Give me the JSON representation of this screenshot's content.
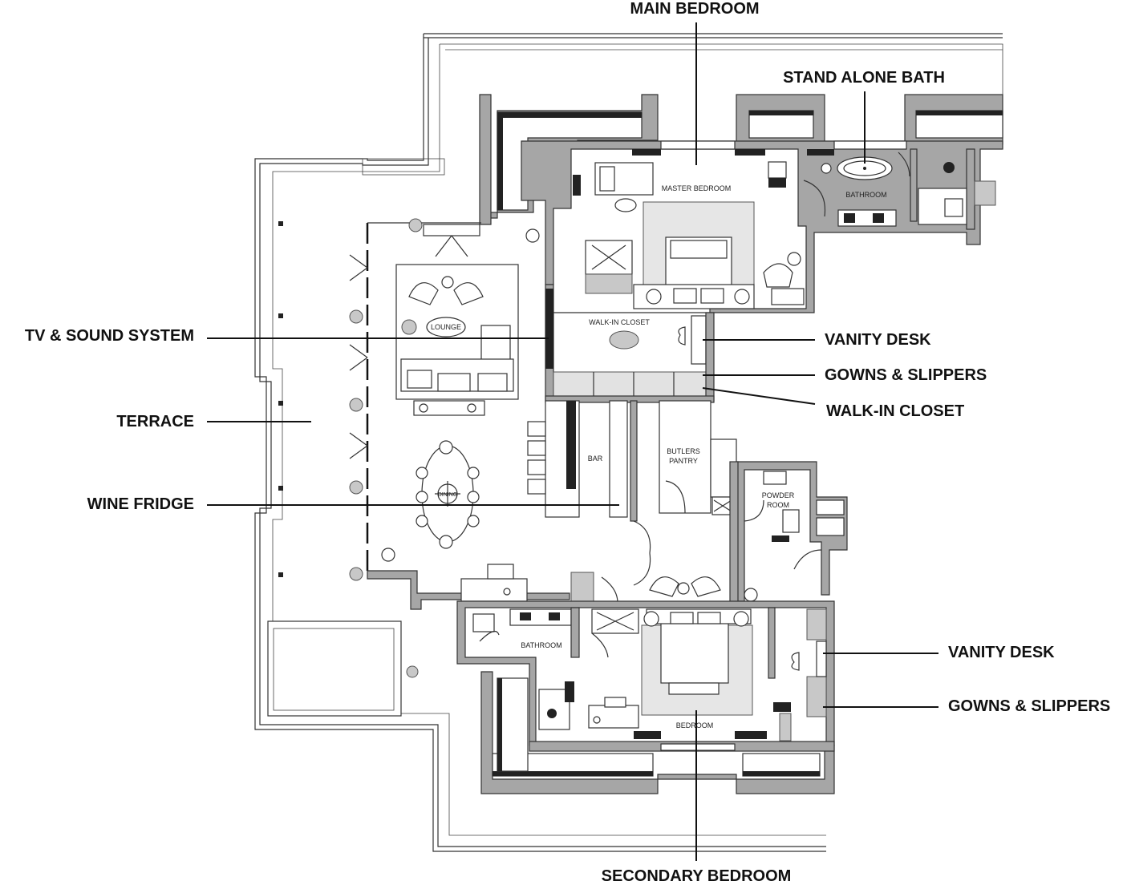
{
  "callouts": {
    "main_bedroom": "MAIN BEDROOM",
    "stand_alone_bath": "STAND ALONE BATH",
    "tv_sound": "TV & SOUND SYSTEM",
    "terrace": "TERRACE",
    "wine_fridge": "WINE FRIDGE",
    "vanity_desk_1": "VANITY DESK",
    "gowns_slippers_1": "GOWNS & SLIPPERS",
    "walk_in_closet": "WALK-IN CLOSET",
    "vanity_desk_2": "VANITY DESK",
    "gowns_slippers_2": "GOWNS & SLIPPERS",
    "secondary_bedroom": "SECONDARY BEDROOM"
  },
  "rooms": {
    "master_bedroom": "MASTER BEDROOM",
    "bathroom_top": "BATHROOM",
    "lounge": "LOUNGE",
    "walk_in_closet": "WALK-IN CLOSET",
    "bar": "BAR",
    "butlers": "BUTLERS",
    "pantry": "PANTRY",
    "dining": "DINING",
    "powder": "POWDER",
    "powder_room": "ROOM",
    "bathroom_bottom": "BATHROOM",
    "bedroom": "BEDROOM"
  }
}
